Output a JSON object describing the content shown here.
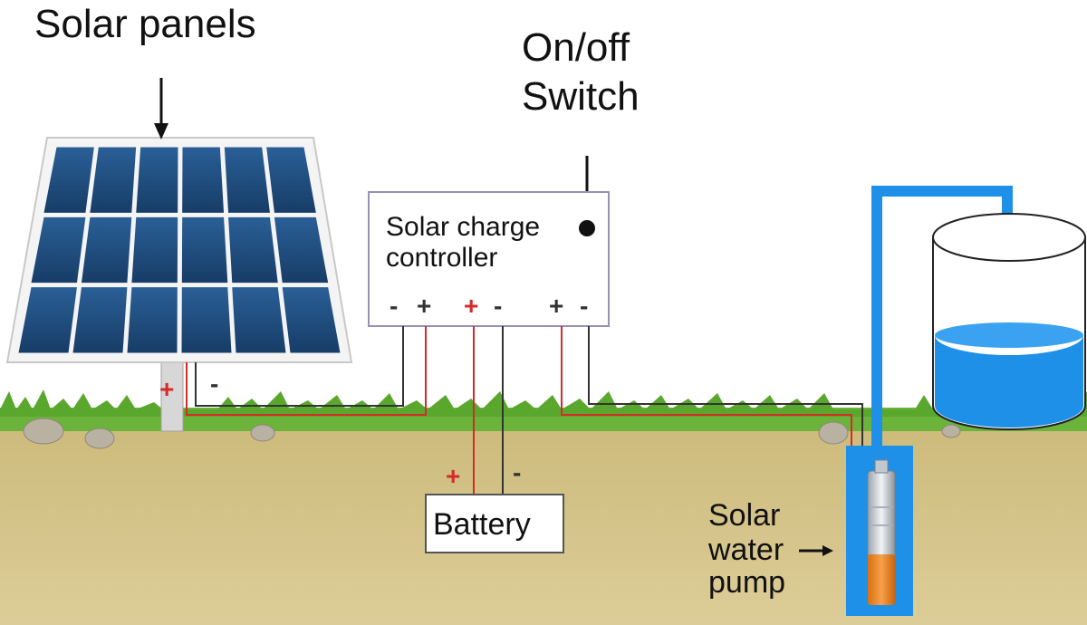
{
  "labels": {
    "solar_panels": "Solar panels",
    "switch_line1": "On/off",
    "switch_line2": "Switch",
    "controller_line1": "Solar charge",
    "controller_line2": "controller",
    "battery": "Battery",
    "pump_line1": "Solar",
    "pump_line2": "water",
    "pump_line3": "pump"
  },
  "terminals": {
    "panel_in": [
      "-",
      "+"
    ],
    "battery_out": [
      "+",
      "-"
    ],
    "load_out": [
      "+",
      "-"
    ],
    "panel_pos": "+",
    "panel_neg": "-",
    "battery_pos": "+",
    "battery_neg": "-"
  },
  "colors": {
    "sky": "#ffffff",
    "grass": "#6bb33a",
    "soil": "#d4c48a",
    "panel_cell": "#1f4f82",
    "water": "#1e90e8",
    "positive_wire": "#d42a2a",
    "negative_wire": "#333333",
    "pump_body": "#f08a1f"
  }
}
